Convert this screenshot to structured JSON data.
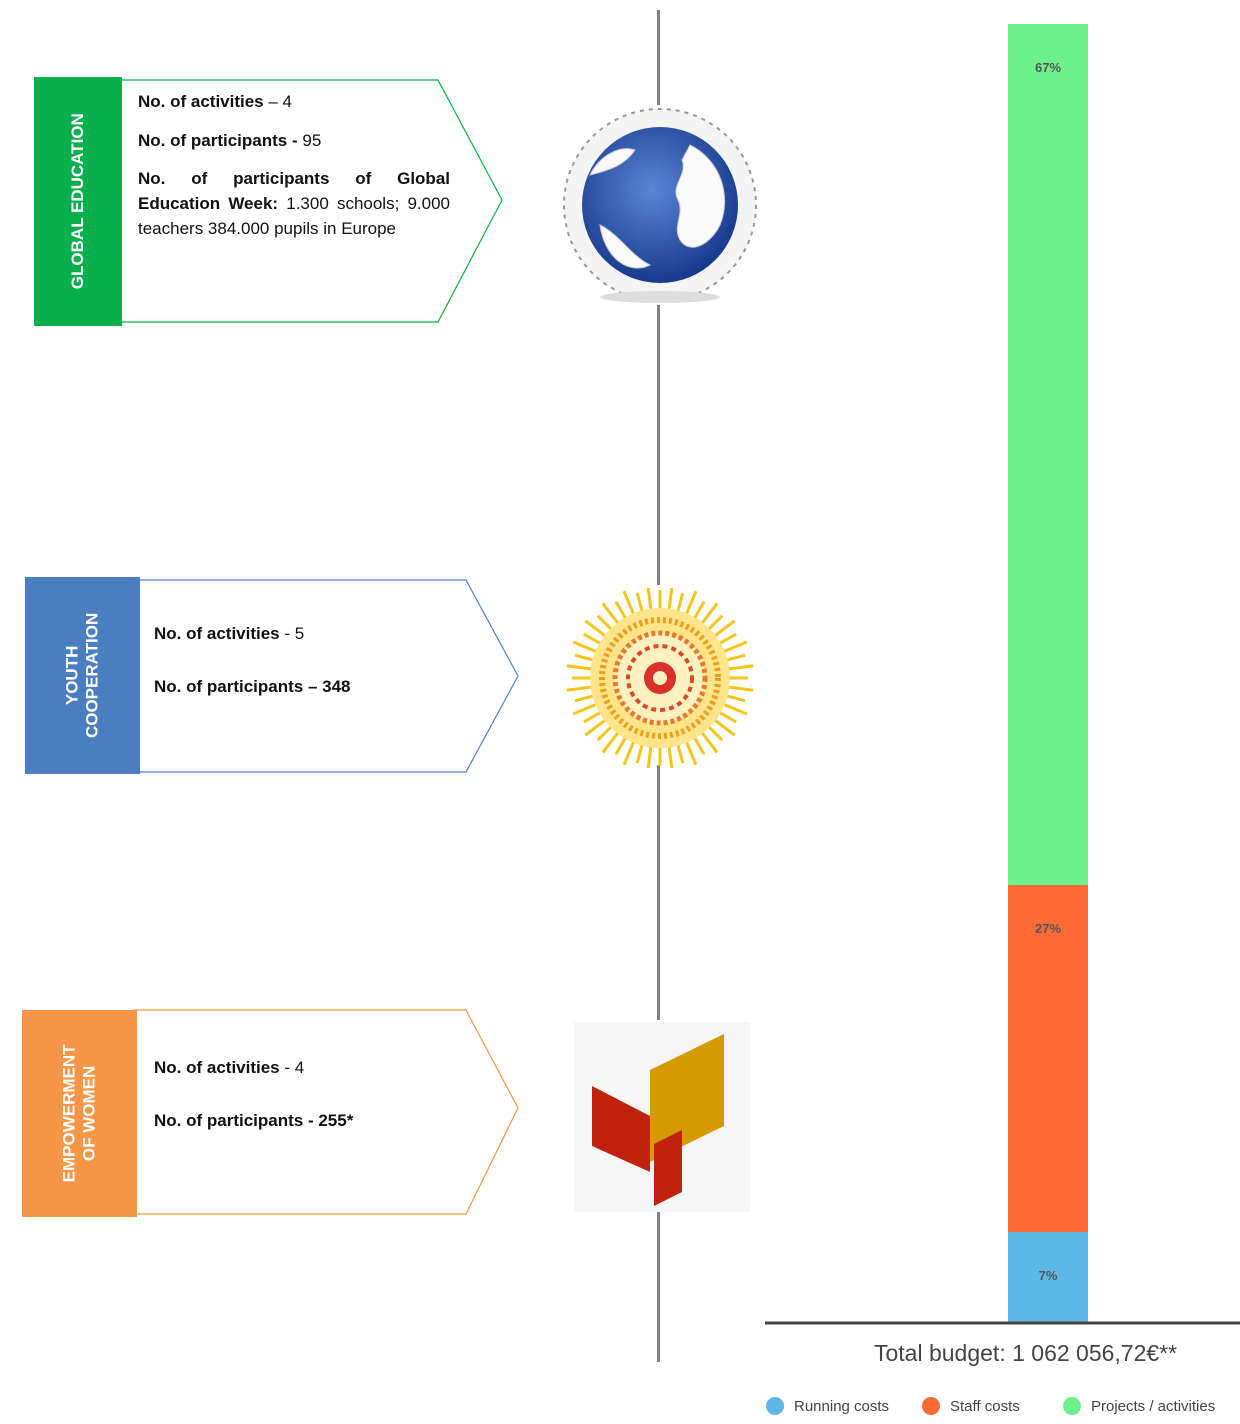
{
  "sections": [
    {
      "tag": "GLOBAL EDUCATION",
      "color": "#0aaf4d",
      "lines": [
        {
          "label": "No. of activities",
          "sep": " – ",
          "value": "4"
        },
        {
          "label": "No. of participants -",
          "sep": " ",
          "value": "95"
        },
        {
          "label": "No. of participants of Global Education Week:",
          "sep": " ",
          "value": "1.300 schools; 9.000 teachers 384.000 pupils in Europe"
        }
      ],
      "icon": "globe-icon"
    },
    {
      "tag_line1": "YOUTH",
      "tag_line2": "COOPERATION",
      "color": "#4b7ec0",
      "lines": [
        {
          "label": "No. of activities",
          "sep": " - ",
          "value": "5"
        },
        {
          "label": "No. of participants – 348"
        }
      ],
      "icon": "sun-icon"
    },
    {
      "tag_line1": "EMPOWERMENT",
      "tag_line2": "OF WOMEN",
      "color": "#f79646",
      "lines": [
        {
          "label": "No. of activities",
          "sep": " - ",
          "value": "4"
        },
        {
          "label": "No. of participants - 255*"
        }
      ],
      "icon": "folded-shapes-icon"
    }
  ],
  "chart_data": {
    "type": "bar",
    "stacked": true,
    "title": "Total budget: 1 062 056,72€**",
    "series": [
      {
        "name": "Running costs",
        "value": 7,
        "label": "7%",
        "color": "#5db8e6"
      },
      {
        "name": "Staff costs",
        "value": 27,
        "label": "27%",
        "color": "#ff6b36"
      },
      {
        "name": "Projects / activities",
        "value": 67,
        "label": "67%",
        "color": "#6ef08c"
      }
    ],
    "legend_position": "bottom"
  }
}
